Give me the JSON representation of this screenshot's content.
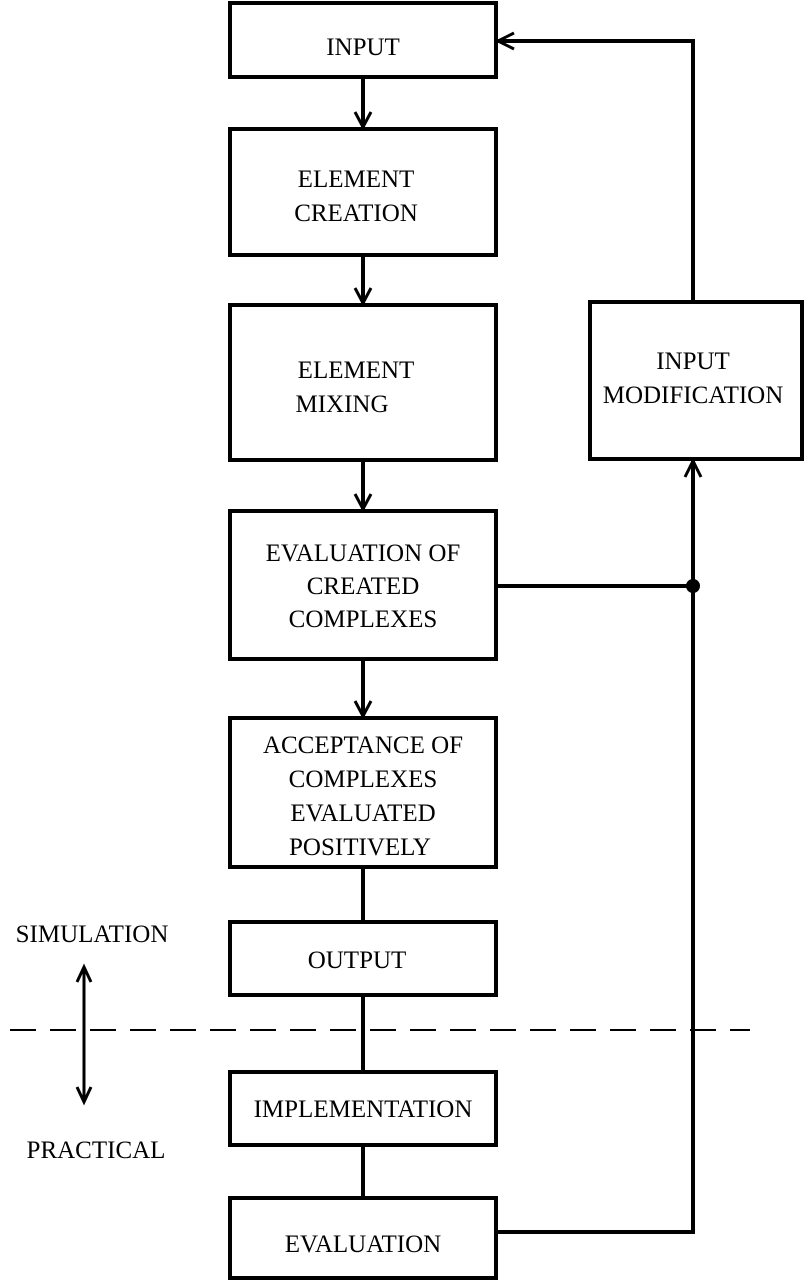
{
  "diagram": {
    "boxes": {
      "input": [
        "INPUT"
      ],
      "element_creation": [
        "ELEMENT",
        "CREATION"
      ],
      "element_mixing": [
        "ELEMENT",
        "MIXING"
      ],
      "evaluation_of_created_complexes": [
        "EVALUATION OF",
        "CREATED",
        "COMPLEXES"
      ],
      "acceptance": [
        "ACCEPTANCE OF",
        "COMPLEXES",
        "EVALUATED",
        "POSITIVELY"
      ],
      "output": [
        "OUTPUT"
      ],
      "implementation": [
        "IMPLEMENTATION"
      ],
      "evaluation": [
        "EVALUATION"
      ],
      "input_modification": [
        "INPUT",
        "MODIFICATION"
      ]
    },
    "phases": {
      "top": "SIMULATION",
      "bottom": "PRACTICAL"
    },
    "edges": [
      {
        "from": "input",
        "to": "element_creation"
      },
      {
        "from": "element_creation",
        "to": "element_mixing"
      },
      {
        "from": "element_mixing",
        "to": "evaluation_of_created_complexes"
      },
      {
        "from": "evaluation_of_created_complexes",
        "to": "acceptance"
      },
      {
        "from": "acceptance",
        "to": "output"
      },
      {
        "from": "output",
        "to": "implementation"
      },
      {
        "from": "implementation",
        "to": "evaluation"
      },
      {
        "from": "evaluation",
        "to": "input_modification"
      },
      {
        "from": "evaluation_of_created_complexes",
        "to": "input_modification"
      },
      {
        "from": "input_modification",
        "to": "input"
      }
    ]
  }
}
